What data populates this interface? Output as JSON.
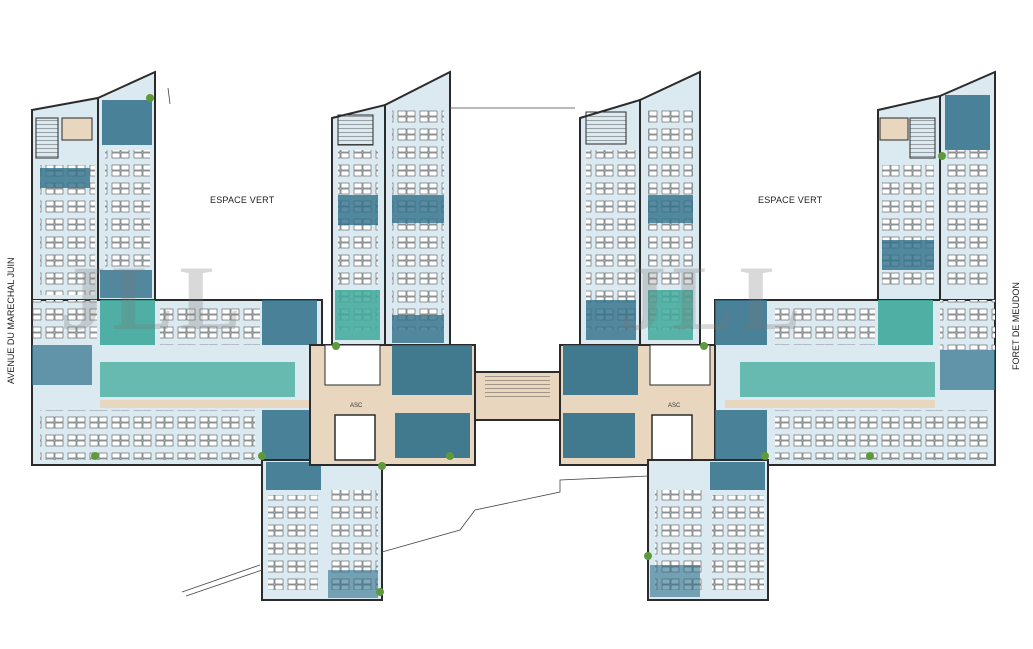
{
  "labels": {
    "green_space_left": "ESPACE VERT",
    "green_space_right": "ESPACE VERT",
    "street_left": "AVENUE DU MARECHAL JUIN",
    "street_right": "FORET DE MEUDON",
    "elevator_left": "ASC",
    "elevator_right": "ASC"
  },
  "watermark": {
    "text_left": "JLL",
    "text_right": "JLL"
  },
  "colors": {
    "wall": "#2b2b2b",
    "office_floor": "#dbe9f0",
    "meeting_room": "#2f6f8a",
    "teal_zone": "#3fa99b",
    "corridor": "#e8d6bf",
    "plant": "#5e9a3c"
  }
}
